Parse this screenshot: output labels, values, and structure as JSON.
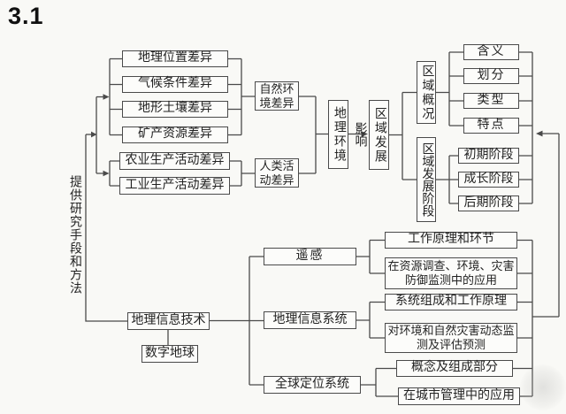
{
  "title": "3.1",
  "colors": {
    "line": "#4a4a4a",
    "box_border": "#4a4a4a",
    "box_background": "#fcfcfa",
    "text": "#222222",
    "page_background": "#f9f9f6"
  },
  "diagram": {
    "method_label": "提供研究手段和方法",
    "influence_label": "影响",
    "natural_diffs": [
      "地理位置差异",
      "气候条件差异",
      "地形土壤差异",
      "矿产资源差异"
    ],
    "human_diffs": [
      "农业生产活动差异",
      "工业生产活动差异"
    ],
    "natural_env_diff": "自然环境差异",
    "human_activity_diff": "人类活动差异",
    "geo_environment": "地理环境",
    "regional_development": "区域发展",
    "region_overview": "区域概况",
    "overview_items": [
      "含义",
      "划分",
      "类型",
      "特点"
    ],
    "dev_stages": "区域发展阶段",
    "stage_items": [
      "初期阶段",
      "成长阶段",
      "后期阶段"
    ],
    "geo_info_tech": "地理信息技术",
    "digital_earth": "数字地球",
    "remote_sensing": "遥感",
    "remote_sensing_items": [
      "工作原理和环节",
      "在资源调查、环境、灾害防御监测中的应用"
    ],
    "gis": "地理信息系统",
    "gis_items": [
      "系统组成和工作原理",
      "对环境和自然灾害动态监测及评估预测"
    ],
    "gps": "全球定位系统",
    "gps_items": [
      "概念及组成部分",
      "在城市管理中的应用"
    ]
  }
}
